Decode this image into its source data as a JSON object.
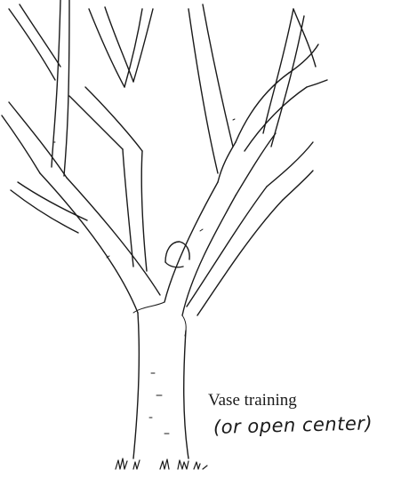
{
  "figure": {
    "caption": "Vase training",
    "note": "(or open center)",
    "illustration": "tree-sketch"
  }
}
